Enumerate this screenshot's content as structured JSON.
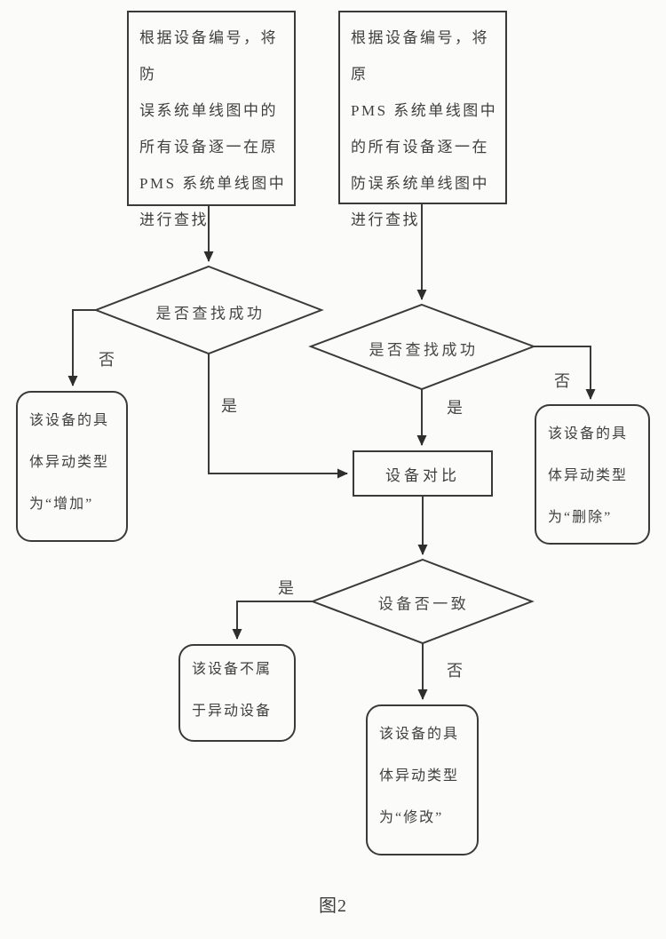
{
  "figure": {
    "caption": "图2"
  },
  "colors": {
    "line": "#3a3a3a",
    "text": "#3f3f3f",
    "background": "#fbfbf9"
  },
  "nodes": {
    "search_left": {
      "text": "根据设备编号，将防\n误系统单线图中的\n所有设备逐一在原\nPMS 系统单线图中\n进行查找"
    },
    "search_right": {
      "text": "根据设备编号，将原\nPMS 系统单线图中\n的所有设备逐一在\n防误系统单线图中\n进行查找"
    },
    "decision_left": {
      "text": "是否查找成功"
    },
    "decision_right": {
      "text": "是否查找成功"
    },
    "result_add": {
      "text": "该设备的具\n体异动类型\n为“增加”"
    },
    "result_delete": {
      "text": "该设备的具\n体异动类型\n为“删除”"
    },
    "compare": {
      "text": "设备对比"
    },
    "decision_consistent": {
      "text": "设备否一致"
    },
    "result_not_changed": {
      "text": "该设备不属\n于异动设备"
    },
    "result_modify": {
      "text": "该设备的具\n体异动类型\n为“修改”"
    }
  },
  "edge_labels": {
    "left_no": "否",
    "left_yes": "是",
    "right_yes": "是",
    "right_no": "否",
    "consistent_yes": "是",
    "consistent_no": "否"
  }
}
